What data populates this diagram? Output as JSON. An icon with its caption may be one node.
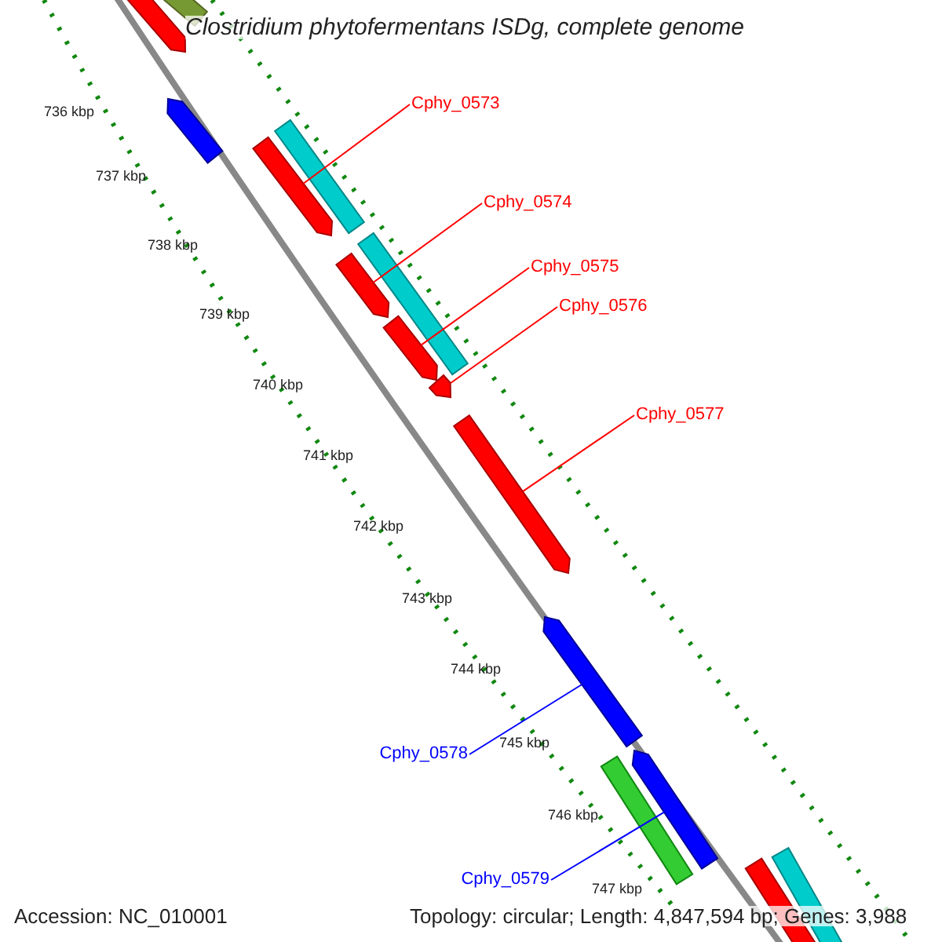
{
  "diagram": {
    "title": "Clostridium phytofermentans ISDg, complete genome",
    "nodes": [
      {
        "text": [
          "Cphy_0573"
        ]
      },
      {
        "text": [
          "Cphy_0574"
        ]
      },
      {
        "text": [
          "Cphy_0575"
        ]
      },
      {
        "text": [
          "Cphy_0576"
        ]
      },
      {
        "text": [
          "Cphy_0577"
        ]
      },
      {
        "text": [
          "Cphy_0578"
        ]
      },
      {
        "text": [
          "Cphy_0579"
        ]
      },
      {
        "text": [],
        "shape": "bar"
      },
      {
        "text": [],
        "shape": "bar"
      },
      {
        "text": [],
        "shape": "bar"
      },
      {
        "text": [],
        "shape": "bar"
      },
      {
        "text": [],
        "shape": "bar"
      },
      {
        "text": [],
        "shape": "bar"
      },
      {
        "text": [],
        "shape": "bar"
      },
      {
        "text": [],
        "shape": "bar"
      },
      {
        "text": [],
        "shape": "bar"
      },
      {
        "text": [],
        "shape": "bar"
      },
      {
        "text": [],
        "shape": "bar"
      },
      {
        "text": [],
        "shape": "bar"
      },
      {
        "text": [],
        "shape": "bar"
      },
      {
        "text": [],
        "shape": "bar"
      },
      {
        "text": [],
        "shape": "bar"
      }
    ],
    "edges": [
      {
        "from": 0,
        "to": 7,
        "arrow": "none"
      },
      {
        "from": 1,
        "to": 8,
        "arrow": "none"
      },
      {
        "from": 2,
        "to": 9,
        "arrow": "none"
      },
      {
        "from": 3,
        "to": 10,
        "arrow": "none"
      },
      {
        "from": 4,
        "to": 11,
        "arrow": "none"
      },
      {
        "from": 5,
        "to": 12,
        "arrow": "none",
        "color": "#0000ff"
      },
      {
        "from": 6,
        "to": 13,
        "arrow": "none",
        "color": "#0000ff"
      }
    ],
    "labels": [
      "736 kbp",
      "737 kbp",
      "738 kbp",
      "739 kbp",
      "740 kbp",
      "741 kbp",
      "742 kbp",
      "743 kbp",
      "744 kbp",
      "745 kbp",
      "746 kbp",
      "747 kbp",
      "Accession: NC_010001",
      "Topology: circular; Length: 4,847,594 bp; Genes: 3,988"
    ]
  }
}
